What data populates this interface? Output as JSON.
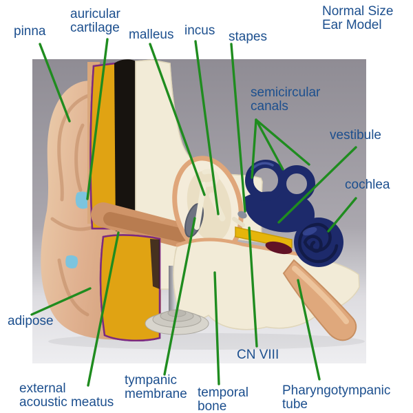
{
  "title": "Normal Size\nEar Model",
  "labels": {
    "pinna": "pinna",
    "auricular_cartilage": "auricular\ncartilage",
    "malleus": "malleus",
    "incus": "incus",
    "stapes": "stapes",
    "semicircular_canals": "semicircular\ncanals",
    "vestibule": "vestibule",
    "cochlea": "cochlea",
    "adipose": "adipose",
    "external_acoustic_meatus": "external\nacoustic meatus",
    "tympanic_membrane": "tympanic\nmembrane",
    "temporal_bone": "temporal\nbone",
    "cn_viii": "CN VIII",
    "pharyngotympanic_tube": "Pharyngotympanic\ntube"
  },
  "colors": {
    "label_text": "#1c4f8e",
    "leader_line": "#1f8c1f",
    "photo_wall_gray": "#8f8c94",
    "photo_table_white": "#eeeef1",
    "model_flesh": "#e0b190",
    "model_adipose_yellow": "#e0a313",
    "model_septa_purple": "#7c2a80",
    "model_bone_cream": "#f2ebd7",
    "model_bone_dot_red": "#c23950",
    "model_cartilage_black": "#17130f",
    "model_inner_ear_navy": "#1d2a6b",
    "model_tympanic_gray": "#6d7280",
    "model_canal_salmon": "#cf9468",
    "model_accent_light_blue": "#7cc4de",
    "model_nerve_yellow": "#e6b50a",
    "model_nerve_maroon": "#611226"
  }
}
